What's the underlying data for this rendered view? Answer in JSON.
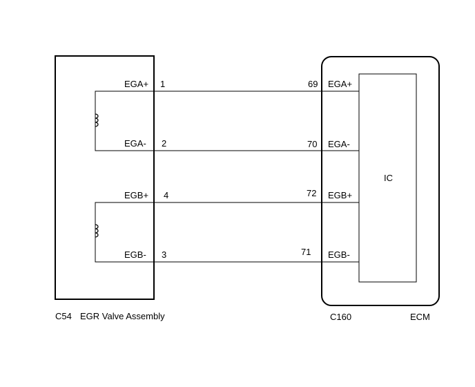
{
  "left_component": {
    "connector": "C54",
    "name": "EGR Valve Assembly"
  },
  "right_component": {
    "connector": "C160",
    "name": "ECM",
    "ic_label": "IC"
  },
  "wires": [
    {
      "left_signal": "EGA+",
      "left_pin": "1",
      "right_pin": "69",
      "right_signal": "EGA+"
    },
    {
      "left_signal": "EGA-",
      "left_pin": "2",
      "right_pin": "70",
      "right_signal": "EGA-"
    },
    {
      "left_signal": "EGB+",
      "left_pin": "4",
      "right_pin": "72",
      "right_signal": "EGB+"
    },
    {
      "left_signal": "EGB-",
      "left_pin": "3",
      "right_pin": "71",
      "right_signal": "EGB-"
    }
  ]
}
